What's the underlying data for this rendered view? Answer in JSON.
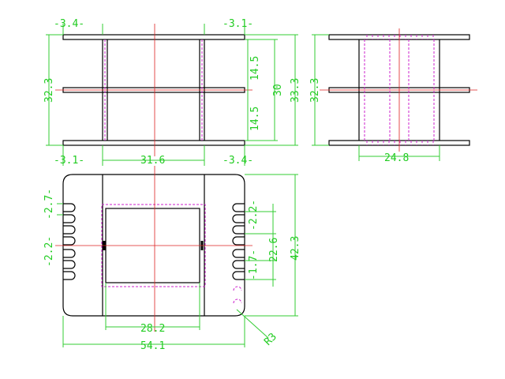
{
  "drawing": {
    "colors": {
      "outline": "#000000",
      "dimension": "#22cc22",
      "centerline": "#dd2222",
      "hidden": "#cc22cc",
      "background": "#ffffff"
    },
    "front_view": {
      "top_left_flange": "-3.4-",
      "top_right_flange": "-3.1-",
      "bottom_left_flange": "-3.1-",
      "bottom_right_flange": "-3.4-",
      "bottom_width": "31.6",
      "left_height": "32.3",
      "upper_half": "14.5",
      "lower_half": "14.5",
      "inner_height": "30",
      "overall_height": "33.3"
    },
    "side_view": {
      "height": "32.3",
      "width": "24.8"
    },
    "top_view": {
      "pin_pitch_left": "-2.7-",
      "pin_gap_left": "-2.2-",
      "pin_pitch_right": "-2.2-",
      "pin_gap_right": "-1.7-",
      "inner_height": "22.6",
      "overall_height": "42.3",
      "inner_width": "28.2",
      "overall_width": "54.1",
      "radius": "R3"
    }
  }
}
